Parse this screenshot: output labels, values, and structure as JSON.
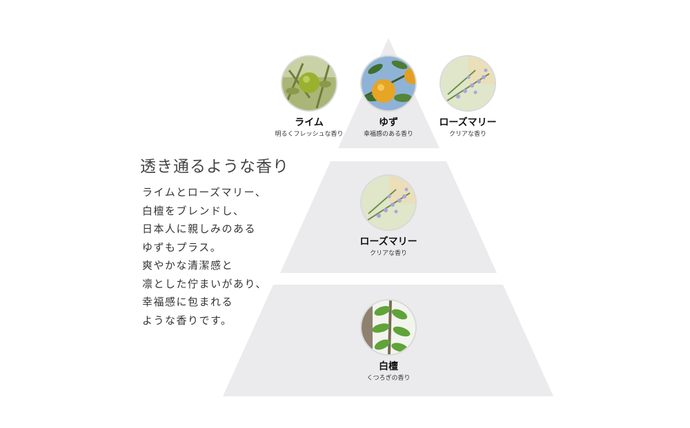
{
  "colors": {
    "tier_fill": "#ebebed",
    "background": "#ffffff",
    "circle_border": "#d9d9d9"
  },
  "headline": "透き通るような香り",
  "description_lines": [
    "ライムとローズマリー、",
    "白檀をブレンドし、",
    "日本人に親しみのある",
    "ゆずもプラス。",
    "爽やかな清潔感と",
    "凛とした佇まいがあり、",
    "幸福感に包まれる",
    "ような香りです。"
  ],
  "pyramid": {
    "top": {
      "notes": [
        {
          "name": "ライム",
          "desc": "明るくフレッシュな香り",
          "image": "lime-photo"
        },
        {
          "name": "ゆず",
          "desc": "幸福感のある香り",
          "image": "yuzu-photo"
        },
        {
          "name": "ローズマリー",
          "desc": "クリアな香り",
          "image": "rosemary-photo"
        }
      ]
    },
    "middle": {
      "notes": [
        {
          "name": "ローズマリー",
          "desc": "クリアな香り",
          "image": "rosemary-photo"
        }
      ]
    },
    "base": {
      "notes": [
        {
          "name": "白檀",
          "desc": "くつろぎの香り",
          "image": "sandalwood-leaves-photo"
        }
      ]
    }
  }
}
